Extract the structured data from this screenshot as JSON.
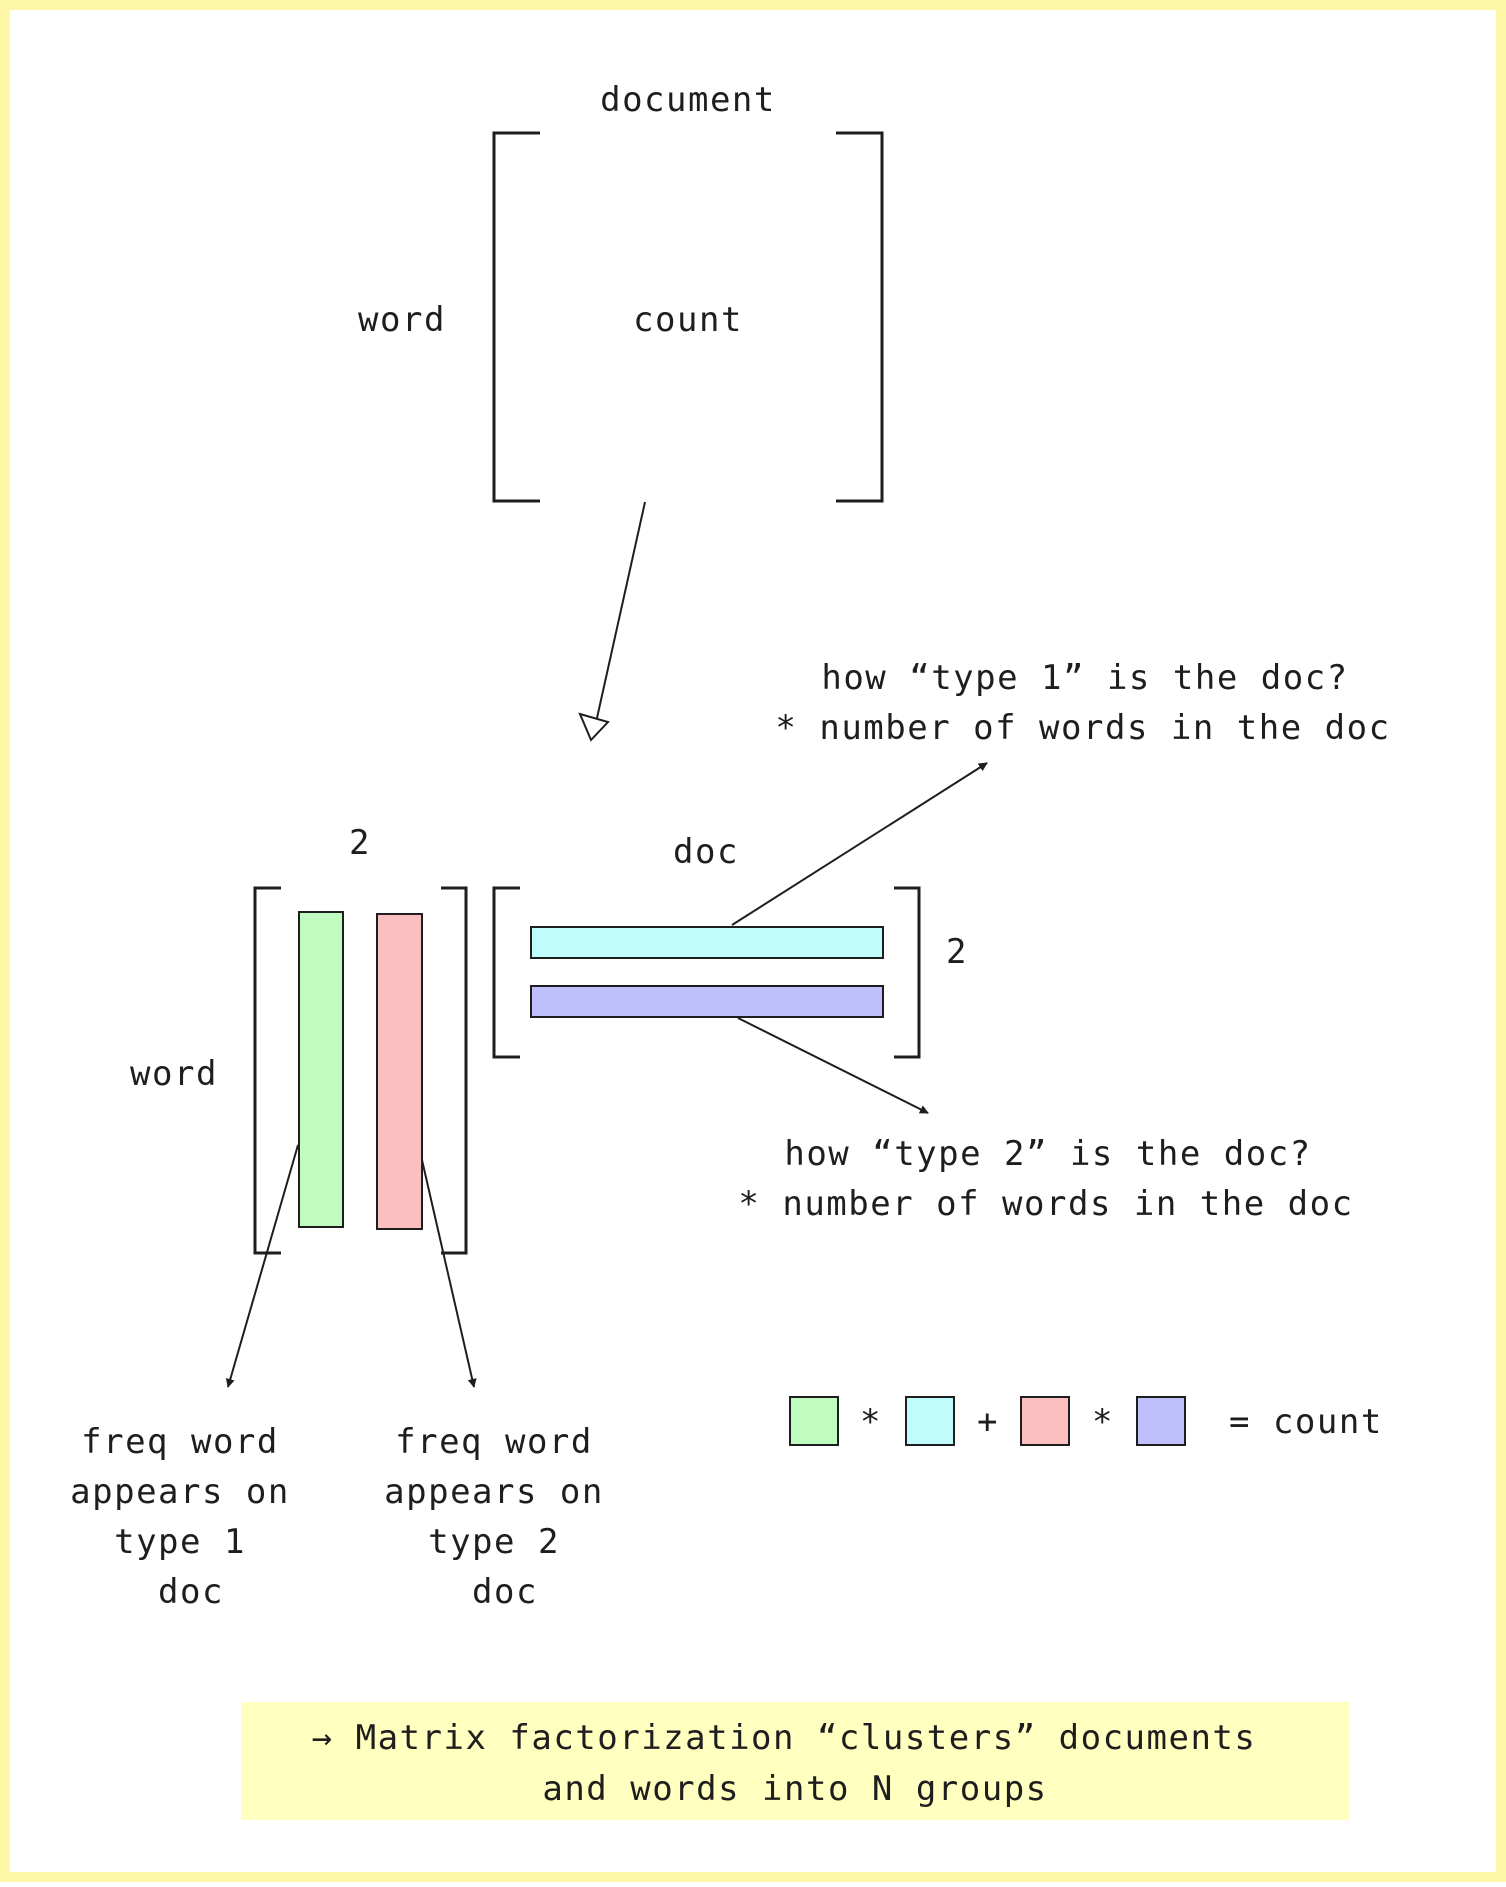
{
  "top_matrix": {
    "column_label": "document",
    "row_label": "word",
    "cell_label": "count"
  },
  "left_factor": {
    "column_count_label": "2",
    "row_label": "word",
    "vector_colors": [
      "#c0fcc0",
      "#fcbfbf"
    ]
  },
  "right_factor": {
    "column_label": "doc",
    "row_count_label": "2",
    "vector_colors": [
      "#c0fcfc",
      "#bfbffc"
    ]
  },
  "annotations": {
    "type1_doc": [
      "how “type 1” is the doc?",
      "* number of words in the doc"
    ],
    "type2_doc": [
      "how “type 2” is the doc?",
      "* number of words in the doc"
    ],
    "type1_word": [
      "freq word",
      "appears on",
      "type 1",
      "doc"
    ],
    "type2_word": [
      "freq word",
      "appears on",
      "type 2",
      "doc"
    ]
  },
  "equation": {
    "op_times_1": "*",
    "op_plus": "+",
    "op_times_2": "*",
    "result": "= count"
  },
  "summary": [
    "→ Matrix factorization “clusters” documents",
    "and words into N groups"
  ],
  "colors": {
    "frame": "#fff7a8",
    "summary_bg": "#ffffc0",
    "green": "#c0fcc0",
    "cyan": "#c0fcfc",
    "red": "#fcbfbf",
    "purple": "#bfbffc",
    "ink": "#1e1e1e"
  }
}
